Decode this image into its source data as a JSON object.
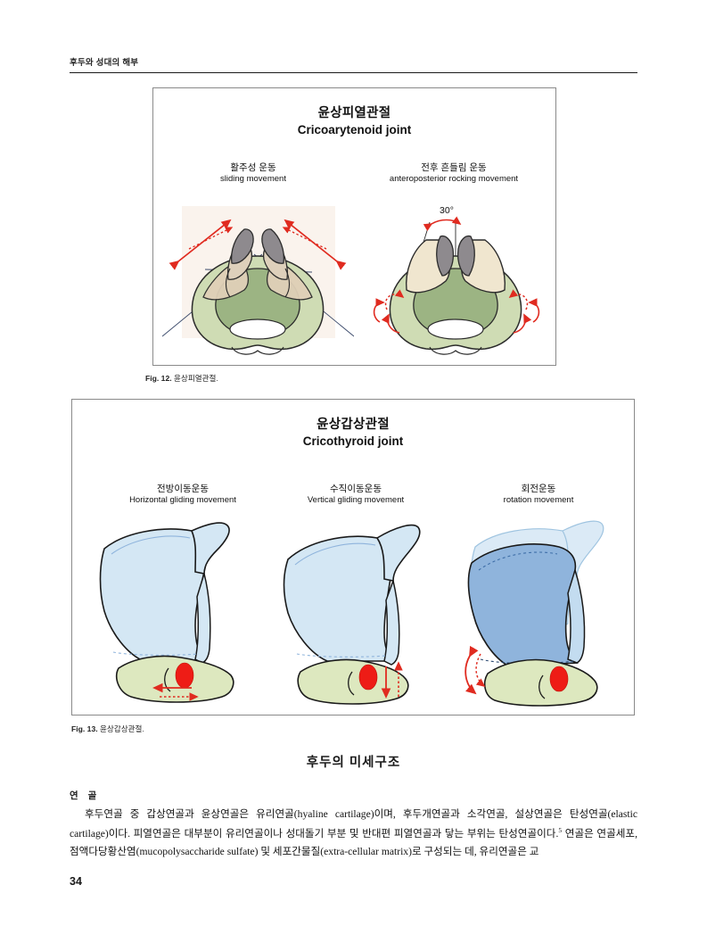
{
  "header": {
    "running_head": "후두와 성대의 해부"
  },
  "figures": [
    {
      "id": "fig12",
      "title_ko": "윤상피열관절",
      "title_en": "Cricoarytenoid joint",
      "caption_label": "Fig. 12.",
      "caption_text": "윤상피열관절.",
      "panels": [
        {
          "ko": "활주성 운동",
          "en": "sliding movement",
          "annotation": ""
        },
        {
          "ko": "전후 흔들림 운동",
          "en": "anteroposterior rocking movement",
          "annotation": "30°"
        }
      ]
    },
    {
      "id": "fig13",
      "title_ko": "윤상갑상관절",
      "title_en": "Cricothyroid joint",
      "caption_label": "Fig. 13.",
      "caption_text": "윤상갑상관절.",
      "panels": [
        {
          "ko": "전방이동운동",
          "en": "Horizontal gliding movement"
        },
        {
          "ko": "수직이동운동",
          "en": "Vertical gliding movement"
        },
        {
          "ko": "회전운동",
          "en": "rotation movement"
        }
      ]
    }
  ],
  "section": {
    "title": "후두의 미세구조",
    "subhead": "연 골"
  },
  "body": {
    "line1": "후두연골 중 갑상연골과 윤상연골은 유리연골(hyaline cartilage)이며, 후두개연골과 소각연골, 설상연골은 탄성연골(elastic cartilage)이다. 피열연골은 대부분이 유리연골이나 성대돌기 부분 및 반대편 피열연골과 닿는 부위는 탄성연골이다.",
    "footnote_marker": "5",
    "line2": " 연골은 연골세포, 점액다당황산염(mucopolysaccharide sulfate) 및 세포간물질(extra-cellular matrix)로 구성되는 데, 유리연골은 교"
  },
  "page_number": "34",
  "colors": {
    "cricoid_green": "#cfdcb4",
    "cricoid_green_dark": "#9cb483",
    "arytenoid_tan": "#e8dcc4",
    "corniculate_gray": "#8e8a8e",
    "thyroid_blue": "#cfe4f2",
    "thyroid_blue_dark": "#8fb4dc",
    "arrow_red": "#e02b20",
    "joint_red": "#ee1c16",
    "panel_cream": "#faf3ed",
    "frame_gray": "#8a8a8a"
  }
}
